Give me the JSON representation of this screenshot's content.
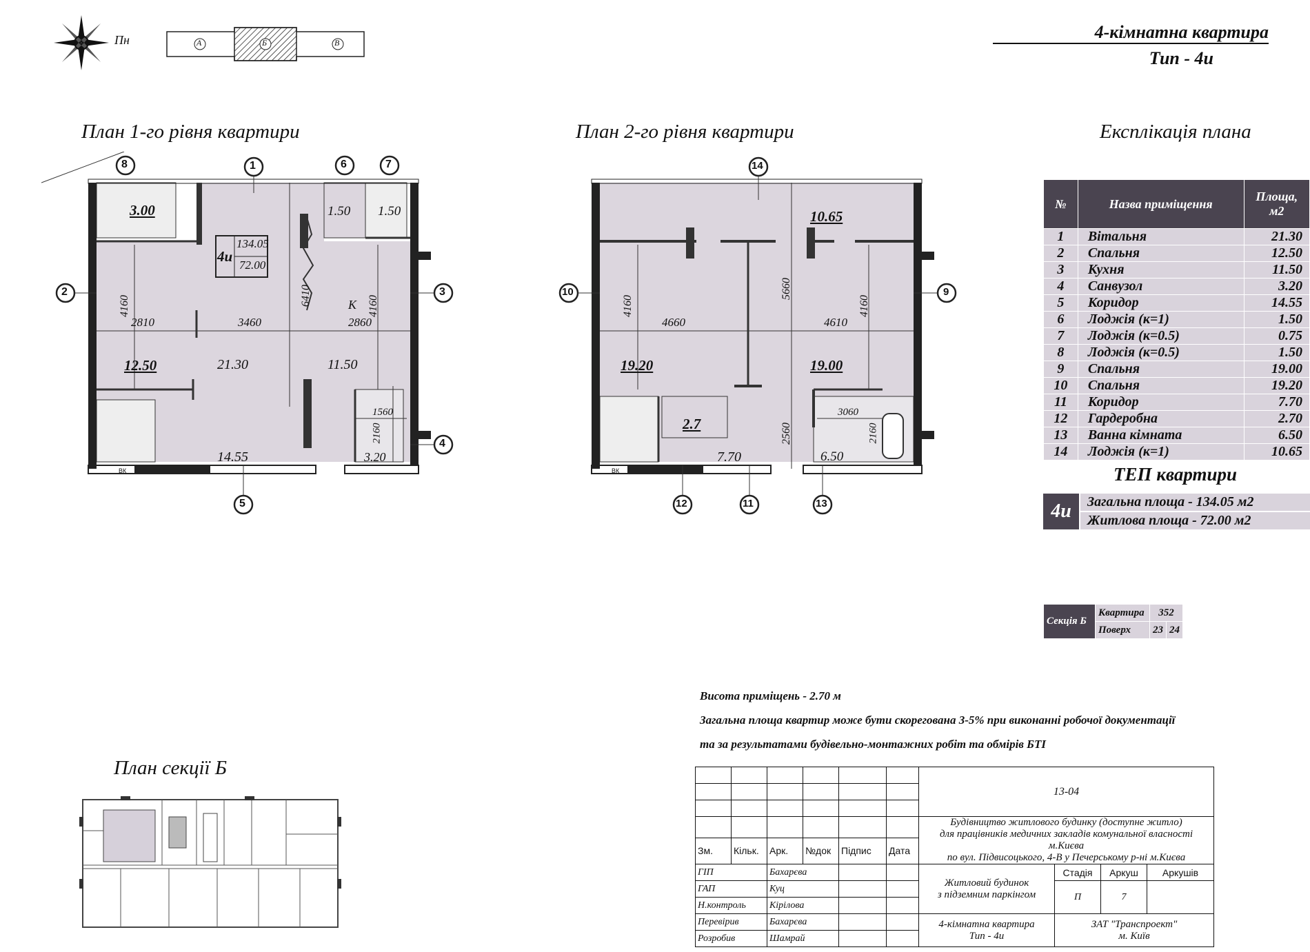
{
  "header": {
    "apartment_title": "4-кімнатна квартира",
    "apartment_type": "Тип - 4и",
    "compass_label": "Пн",
    "section_letters": [
      "А",
      "Б",
      "В"
    ]
  },
  "plan1": {
    "title": "План 1-го рівня квартири",
    "areas": [
      "3.00",
      "1.50",
      "1.50",
      "12.50",
      "21.30",
      "11.50",
      "14.55",
      "3.20"
    ],
    "dims": [
      "2810",
      "3460",
      "2860",
      "4160",
      "4160",
      "6410",
      "1560",
      "2160"
    ],
    "label_k": "К",
    "legend": {
      "type": "4и",
      "total": "134.05",
      "living": "72.00"
    },
    "markers": [
      "8",
      "1",
      "6",
      "7",
      "2",
      "3",
      "4",
      "5"
    ],
    "bk": "ВК"
  },
  "plan2": {
    "title": "План 2-го рівня квартири",
    "areas": [
      "10.65",
      "19.20",
      "19.00",
      "2.7",
      "7.70",
      "6.50"
    ],
    "dims": [
      "4660",
      "4610",
      "4160",
      "4160",
      "5660",
      "2560",
      "3060",
      "2160"
    ],
    "markers": [
      "14",
      "10",
      "9",
      "12",
      "11",
      "13"
    ],
    "bk": "ВК"
  },
  "explication": {
    "title": "Експлікація плана",
    "headers": [
      "№",
      "Назва приміщення",
      "Площа, м2"
    ],
    "rows": [
      [
        "1",
        "Вітальня",
        "21.30"
      ],
      [
        "2",
        "Спальня",
        "12.50"
      ],
      [
        "3",
        "Кухня",
        "11.50"
      ],
      [
        "4",
        "Санвузол",
        "3.20"
      ],
      [
        "5",
        "Коридор",
        "14.55"
      ],
      [
        "6",
        "Лоджія (к=1)",
        "1.50"
      ],
      [
        "7",
        "Лоджія (к=0.5)",
        "0.75"
      ],
      [
        "8",
        "Лоджія (к=0.5)",
        "1.50"
      ],
      [
        "9",
        "Спальня",
        "19.00"
      ],
      [
        "10",
        "Спальня",
        "19.20"
      ],
      [
        "11",
        "Коридор",
        "7.70"
      ],
      [
        "12",
        "Гардеробна",
        "2.70"
      ],
      [
        "13",
        "Ванна кімната",
        "6.50"
      ],
      [
        "14",
        "Лоджія (к=1)",
        "10.65"
      ]
    ]
  },
  "tep": {
    "title": "ТЕП квартири",
    "type": "4и",
    "total": "Загальна площа - 134.05 м2",
    "living": "Житлова площа - 72.00 м2"
  },
  "section_info": {
    "label": "Секція Б",
    "apartment_label": "Квартира",
    "apartment_no": "352",
    "floor_label": "Поверх",
    "floors": [
      "23",
      "24"
    ]
  },
  "notes": [
    "Висота приміщень - 2.70 м",
    "Загальна площа квартир може бути скорегована 3-5% при виконанні робочої документації",
    "та за результатами будівельно-монтажних робіт  та обмірів БТІ"
  ],
  "section_plan": {
    "title": "План секції Б"
  },
  "stamp": {
    "code": "13-04",
    "project_lines": [
      "Будівництво житлового будинку (доступне житло)",
      "для працівників медичних закладів комунальної власності  м.Києва",
      "по вул. Підвисоцького, 4-В  у Печерському р-ні  м.Києва"
    ],
    "col_headers": [
      "Зм.",
      "Кільк.",
      "Арк.",
      "№док",
      "Підпис",
      "Дата"
    ],
    "building": [
      "Житловий будинок",
      "з підземним паркінгом"
    ],
    "sheet_headers": [
      "Стадія",
      "Аркуш",
      "Аркушів"
    ],
    "stage": "П",
    "sheet": "7",
    "drawing": [
      "4-кімнатна квартира",
      "Тип - 4и"
    ],
    "company": [
      "ЗАТ \"Транспроект\"",
      "м. Київ"
    ],
    "roles": [
      [
        "ГІП",
        "Бахарєва"
      ],
      [
        "ГАП",
        "Куц"
      ],
      [
        "Н.контроль",
        "Кірілова"
      ],
      [
        "Перевірив",
        "Бахарєва"
      ],
      [
        "Розробив",
        "Шамрай"
      ]
    ]
  }
}
